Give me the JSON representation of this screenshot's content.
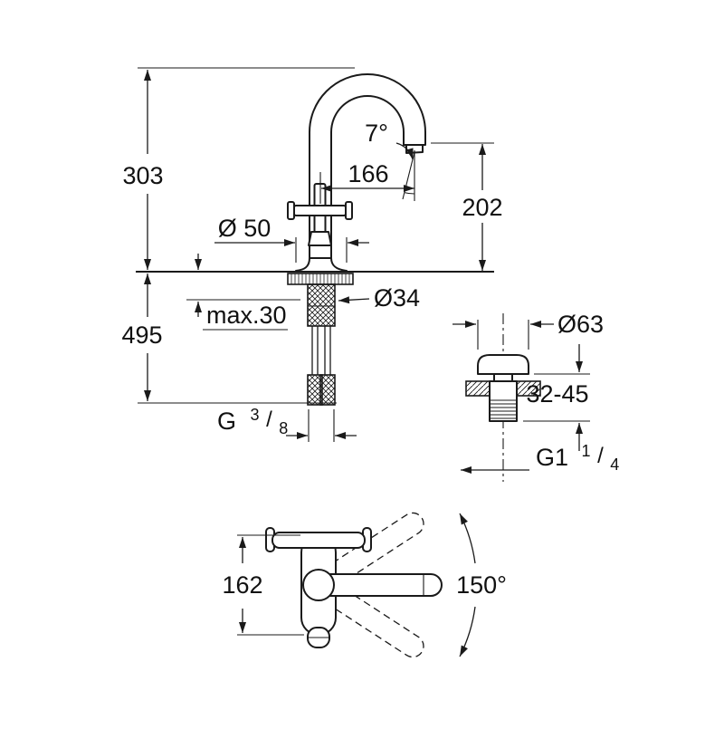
{
  "side_view": {
    "height_above_deck": "303",
    "spout_reach": "166",
    "spout_angle": "7°",
    "outlet_height": "202",
    "base_diameter": "Ø 50",
    "hole_diameter": "Ø34",
    "max_deck_thickness": "max.30",
    "below_deck_length": "495",
    "supply_thread": {
      "prefix": "G",
      "numerator": "3",
      "slash": "/",
      "denominator": "8"
    }
  },
  "drain_view": {
    "flange_diameter": "Ø63",
    "clamp_range": "32-45",
    "drain_thread": {
      "prefix": "G1",
      "numerator": "1",
      "slash": "/",
      "denominator": "4"
    }
  },
  "plan_view": {
    "body_depth": "162",
    "swivel_angle": "150°"
  }
}
